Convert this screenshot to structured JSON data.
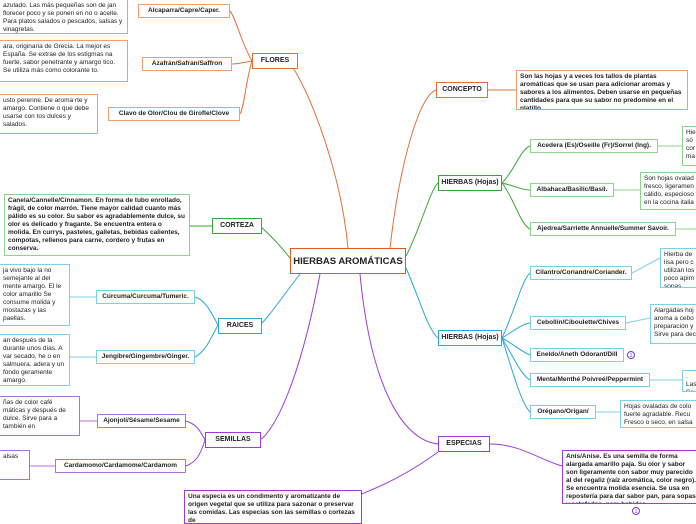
{
  "center": "HIERBAS AROMÁTICAS",
  "flores": {
    "label": "FLORES",
    "items": [
      {
        "label": "Alcaparra/Capre/Caper.",
        "note": "azulado. Las más pequeñas son de jan florecer poco y se ponen en no o aceite. Para platos salados o pescados, salsas y vinagretas."
      },
      {
        "label": "Azafrán/Safran/Saffron",
        "note": "ara, originaria de Grecia. La mejor es España. Se extrae de los estigmas na fuerte, sabor penetrante y amargo tico. Se utiliza más como colorante to."
      },
      {
        "label": "Clavo de Olor/Clou de Girofle/Clove",
        "note": "usto perenne. De aroma rte y amargo. Contiene o que debe usarse con tos dulces y salados."
      }
    ]
  },
  "concepto": {
    "label": "CONCEPTO",
    "note": "Son las hojas y a veces los tallos de plantas aromáticas que se usan para adicionar aromas y sabores a los alimentos. Deben usarse en pequeñas cantidades para que su sabor no predomine en el platillo."
  },
  "hierbas1": {
    "label": "HIERBAS (Hojas)",
    "items": [
      {
        "label": "Acedera (Es)/Oseille (Fr)/Sorrel (Ing).",
        "note": "Hie só cor ma"
      },
      {
        "label": "Albahaca/Basilic/Basil.",
        "note": "Son hojas ovalad fresco, ligeramen cálido, especioso en la cocina italia"
      },
      {
        "label": "Ajedrea/Sarriette Annuelle/Summer Savoir.",
        "note": ""
      }
    ]
  },
  "corteza": {
    "label": "CORTEZA",
    "note": "Canela/Cannelle/Cinnamon. En forma de tubo enrollado, frágil, de color marrón. Tiene mayor calidad cuanto más pálido es su color. Su sabor es agradablemente dulce, su olor es delicado y fragante. Se encuentra entera o molida. En currys, pasteles, galletas, bebidas calientes, compotas, rellenos para carne, cordero y frutas en conserva."
  },
  "raices": {
    "label": "RAICES",
    "items": [
      {
        "label": "Cúrcuma/Curcuma/Tumeric.",
        "note": "ja vivo bajo la no semejante al del mente amargo. El le color amarillo Se consume molida y mostazas y las paellas."
      },
      {
        "label": "Jengibre/Gingembre/Ginger.",
        "note": "an después de la durante unos días. A var secado, he o en salmuera. adera y un fondo geramente amargo."
      }
    ]
  },
  "hierbas2": {
    "label": "HIERBAS (Hojas)",
    "items": [
      {
        "label": "Cilantro/Coriandre/Coriander.",
        "note": "Hierba de lisa pero c utilizan los poco apim sopas."
      },
      {
        "label": "Cebollín/Ciboulette/Chives",
        "note": "Alargadas hoj aroma a cebo preparación y Sirve para dec"
      },
      {
        "label": "Eneldo/Aneth Odorant/Dill",
        "note": ""
      },
      {
        "label": "Menta/Menthé Poivreé/Peppermint",
        "note": ". Las Se ut"
      },
      {
        "label": "Orégano/Origan/",
        "note": "Hojas ovaladas de colo fuerte agradable. Recu Fresco o seco, en salsa"
      }
    ]
  },
  "semillas": {
    "label": "SEMILLAS",
    "items": [
      {
        "label": "Ajonjolí/Sésame/Sesame",
        "note": "ñas de color café máticas y después de dulce. Sirve para a también en"
      },
      {
        "label": "Cardamomo/Cardamome/Cardamom",
        "note": "alsas"
      }
    ]
  },
  "especias": {
    "label": "ESPECIAS",
    "anis": "Anís/Anise. Es una semilla de forma alargada amarillo paja. Su olor y sabor son ligeramente con sabor muy parecido al del regaliz (raíz aromática, color negro). Se encuentra molida esencia. Se usa en repostería para dar sabor pan, para sopas y estofados, para bebidas.",
    "definicion": "Una especia es un condimento y aromatizante de origen vegetal que se utiliza para sazonar o preservar las comidas. Las especias son las semillas o cortezas de"
  },
  "badges": [
    "1",
    "1"
  ],
  "colors": {
    "center": "#e05a1f",
    "flores": "#e0703a",
    "hierbas": "#3aa63a",
    "hierbas2": "#29a9d6",
    "especias": "#9c3bd6"
  }
}
